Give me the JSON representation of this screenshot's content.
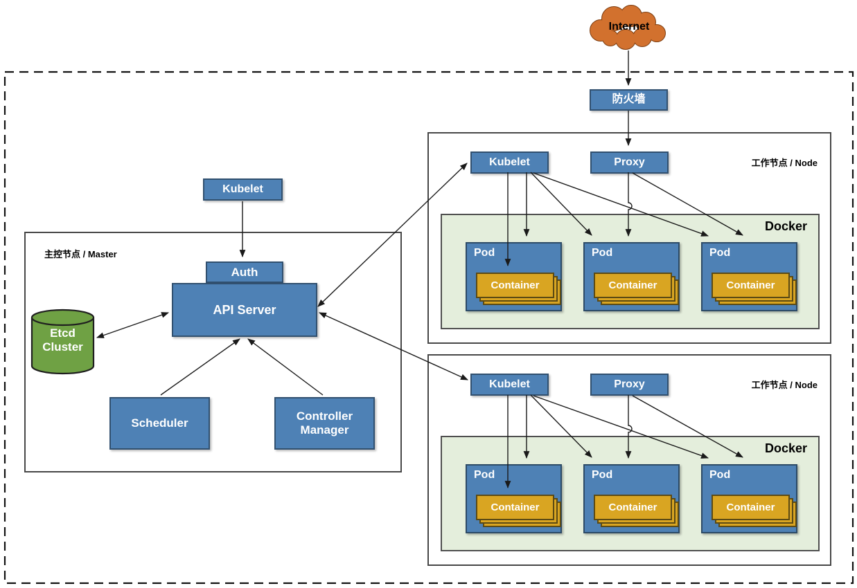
{
  "internet": {
    "label": "Internet"
  },
  "firewall": {
    "label": "防火墙"
  },
  "master": {
    "label": "主控节点 / Master",
    "kubelet": "Kubelet",
    "auth": "Auth",
    "api_server": "API Server",
    "etcd": "Etcd Cluster",
    "scheduler": "Scheduler",
    "controller_manager": "Controller Manager"
  },
  "nodes": [
    {
      "label": "工作节点 / Node",
      "kubelet": "Kubelet",
      "proxy": "Proxy",
      "docker": "Docker",
      "pods": [
        {
          "label": "Pod",
          "container": "Container"
        },
        {
          "label": "Pod",
          "container": "Container"
        },
        {
          "label": "Pod",
          "container": "Container"
        }
      ]
    },
    {
      "label": "工作节点 / Node",
      "kubelet": "Kubelet",
      "proxy": "Proxy",
      "docker": "Docker",
      "pods": [
        {
          "label": "Pod",
          "container": "Container"
        },
        {
          "label": "Pod",
          "container": "Container"
        },
        {
          "label": "Pod",
          "container": "Container"
        }
      ]
    }
  ],
  "colors": {
    "box_blue": "#4E81B5",
    "box_border": "#31506F",
    "pod_border": "#2C4A66",
    "docker_bg": "#E4EEDC",
    "docker_border": "#4F4F4F",
    "node_border": "#474747",
    "container_gold": "#D9A522",
    "container_border": "#5B4A14",
    "etcd_green": "#6FA144",
    "etcd_border": "#1F1F1F",
    "cloud_orange": "#D2712E",
    "cloud_border": "#7C3E12",
    "line_color": "#1A1A1A"
  }
}
